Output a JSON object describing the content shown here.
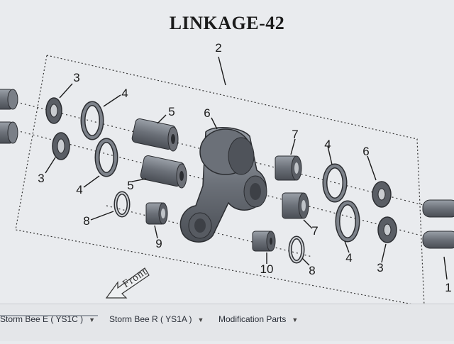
{
  "diagram": {
    "title": "LINKAGE-42",
    "front_label": "Front",
    "callouts": {
      "c2": "2",
      "c3a": "3",
      "c4a": "4",
      "c5a": "5",
      "c6a": "6",
      "c7a": "7",
      "c4b": "4",
      "c6b": "6",
      "c3b": "3",
      "c4c": "4",
      "c5b": "5",
      "c8a": "8",
      "c9": "9",
      "c7b": "7",
      "c10": "10",
      "c8b": "8",
      "c4d": "4",
      "c3c": "3",
      "c1": "1"
    },
    "part_color": "#6d7077",
    "outline_color": "#2b2d31"
  },
  "tabs": [
    {
      "label": "Storm Bee E ( YS1C )"
    },
    {
      "label": "Storm Bee R ( YS1A )"
    },
    {
      "label": "Modification Parts"
    }
  ]
}
